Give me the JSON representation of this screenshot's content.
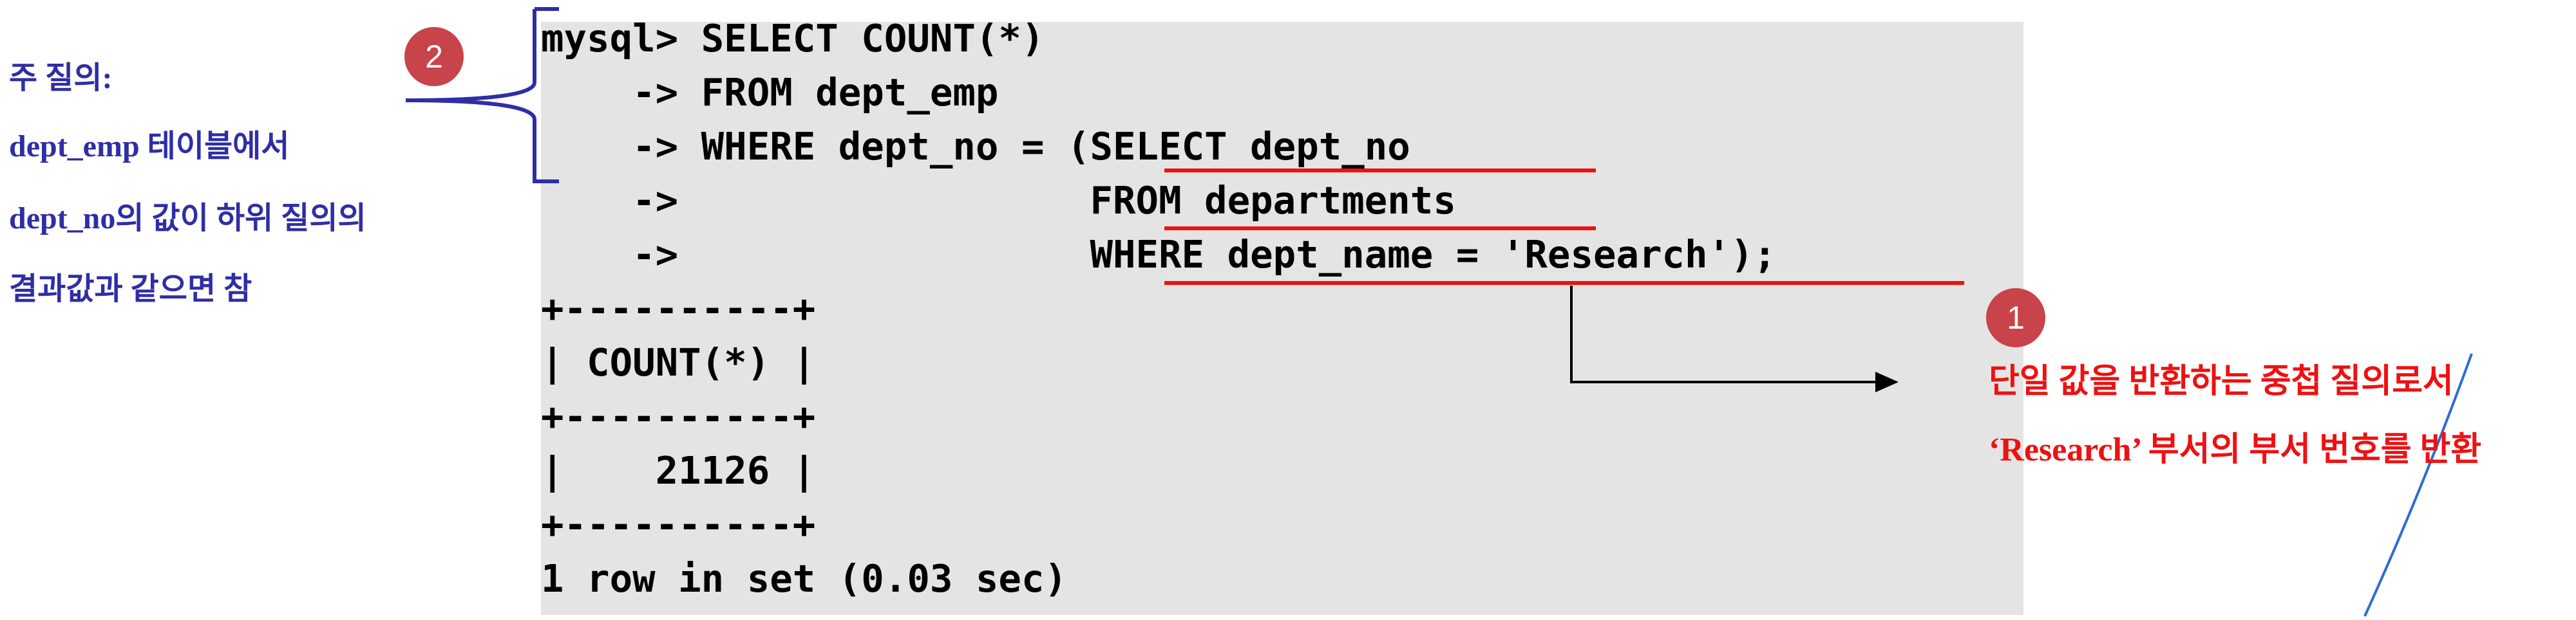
{
  "terminal": {
    "lines": [
      "mysql> SELECT COUNT(*)",
      "    -> FROM dept_emp",
      "    -> WHERE dept_no = (SELECT dept_no",
      "    ->                  FROM departments",
      "    ->                  WHERE dept_name = 'Research');",
      "+----------+",
      "| COUNT(*) |",
      "+----------+",
      "|    21126 |",
      "+----------+",
      "1 row in set (0.03 sec)"
    ]
  },
  "annotations": {
    "main_query": {
      "badge": "2",
      "lines": [
        "주 질의:",
        "dept_emp 테이블에서",
        "dept_no의 값이 하위 질의의",
        "결과값과 같으면 참"
      ]
    },
    "subquery": {
      "badge": "1",
      "lines": [
        "단일 값을 반환하는 중첩 질의로서",
        "‘Research’ 부서의 부서 번호를 반환"
      ]
    }
  },
  "colors": {
    "terminal_background": "#e4e4e4",
    "annotation_blue": "#2e2ea6",
    "annotation_red": "#ee1111",
    "badge": "#c9434a",
    "underline_red": "#ee1111",
    "bracket_blue": "#2e2ea6"
  }
}
